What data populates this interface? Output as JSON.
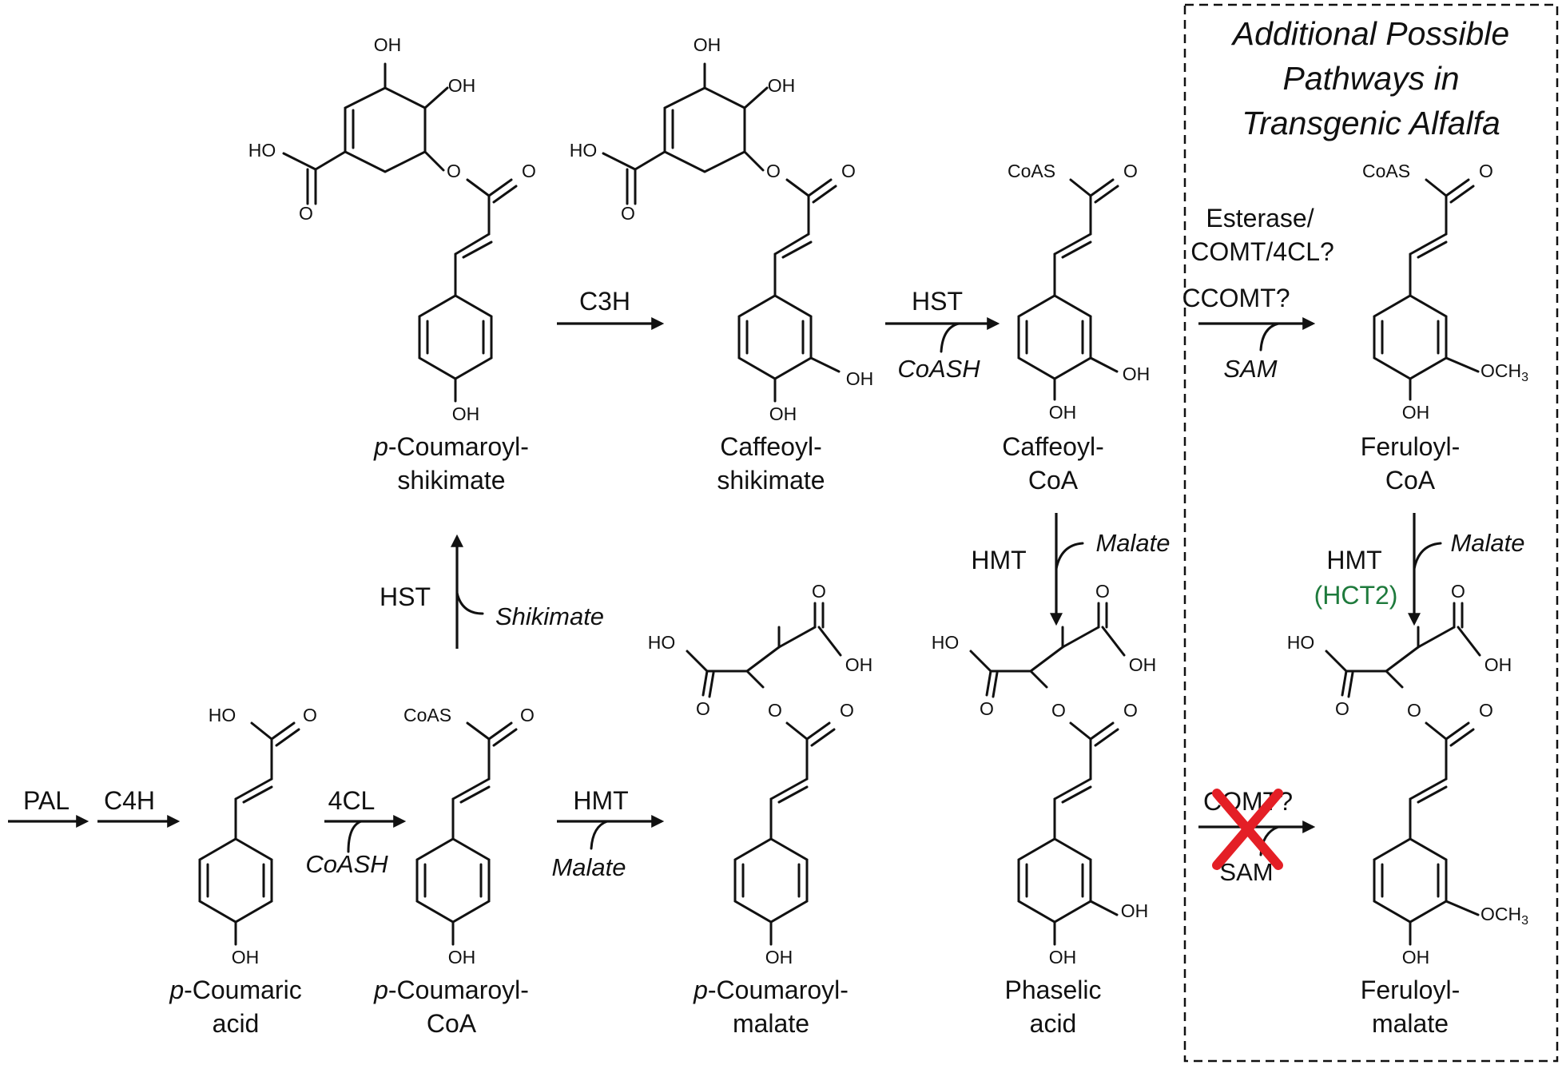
{
  "panel": {
    "title_lines": [
      "Additional Possible",
      "Pathways in",
      "Transgenic Alfalfa"
    ]
  },
  "compounds": [
    {
      "id": "p-coumaric-acid",
      "name_prefix": "p",
      "name_lines": [
        "-Coumaric",
        "acid"
      ]
    },
    {
      "id": "p-coumaroyl-coa",
      "name_prefix": "p",
      "name_lines": [
        "-Coumaroyl-",
        "CoA"
      ]
    },
    {
      "id": "p-coumaroyl-shikimate",
      "name_prefix": "p",
      "name_lines": [
        "-Coumaroyl-",
        "shikimate"
      ]
    },
    {
      "id": "caffeoyl-shikimate",
      "name_prefix": "",
      "name_lines": [
        "Caffeoyl-",
        "shikimate"
      ]
    },
    {
      "id": "caffeoyl-coa",
      "name_prefix": "",
      "name_lines": [
        "Caffeoyl-",
        "CoA"
      ]
    },
    {
      "id": "p-coumaroyl-malate",
      "name_prefix": "p",
      "name_lines": [
        "-Coumaroyl-",
        "malate"
      ]
    },
    {
      "id": "phaselic-acid",
      "name_prefix": "",
      "name_lines": [
        "Phaselic",
        "acid"
      ]
    },
    {
      "id": "feruloyl-coa",
      "name_prefix": "",
      "name_lines": [
        "Feruloyl-",
        "CoA"
      ]
    },
    {
      "id": "feruloyl-malate",
      "name_prefix": "",
      "name_lines": [
        "Feruloyl-",
        "malate"
      ]
    }
  ],
  "steps": [
    {
      "enzyme": "PAL"
    },
    {
      "enzyme": "C4H"
    },
    {
      "enzyme": "4CL",
      "cofactor": "CoASH"
    },
    {
      "enzyme": "HST",
      "cofactor": "Shikimate"
    },
    {
      "enzyme": "C3H"
    },
    {
      "enzyme": "HST",
      "cofactor": "CoASH"
    },
    {
      "enzyme": "HMT",
      "cofactor": "Malate"
    },
    {
      "enzyme": "HMT",
      "cofactor": "Malate"
    },
    {
      "enzyme_lines": [
        "Esterase/",
        "COMT/4CL?"
      ]
    },
    {
      "enzyme": "CCOMT?",
      "cofactor": "SAM"
    },
    {
      "enzyme": "HMT",
      "note": "(HCT2)",
      "cofactor": "Malate"
    },
    {
      "enzyme": "COMT?",
      "cofactor": "SAM",
      "blocked": true
    }
  ],
  "atoms": {
    "oh": "OH",
    "ho": "HO",
    "o": "O",
    "coas": "CoAS",
    "och3": "OCH",
    "sub3": "3"
  },
  "colors": {
    "note": "#1e7a3c",
    "blocked_cross": "#e41f26",
    "ink": "#111111"
  }
}
